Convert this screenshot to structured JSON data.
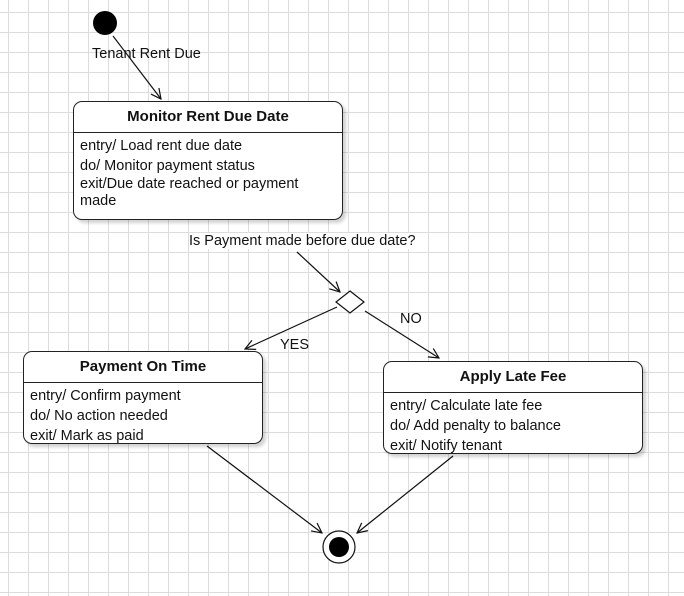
{
  "start_label": "Tenant Rent Due",
  "decision_label": "Is Payment made before due date?",
  "yes_label": "YES",
  "no_label": "NO",
  "states": {
    "monitor": {
      "title": "Monitor Rent Due Date",
      "entry": "entry/ Load rent due date",
      "do": "do/ Monitor payment status",
      "exit": "exit/Due date reached or payment made"
    },
    "on_time": {
      "title": "Payment On Time",
      "entry": "entry/ Confirm payment",
      "do": "do/ No action needed",
      "exit": "exit/ Mark as paid"
    },
    "late_fee": {
      "title": "Apply Late Fee",
      "entry": "entry/ Calculate late fee",
      "do": "do/ Add penalty to balance",
      "exit": "exit/ Notify tenant"
    }
  }
}
